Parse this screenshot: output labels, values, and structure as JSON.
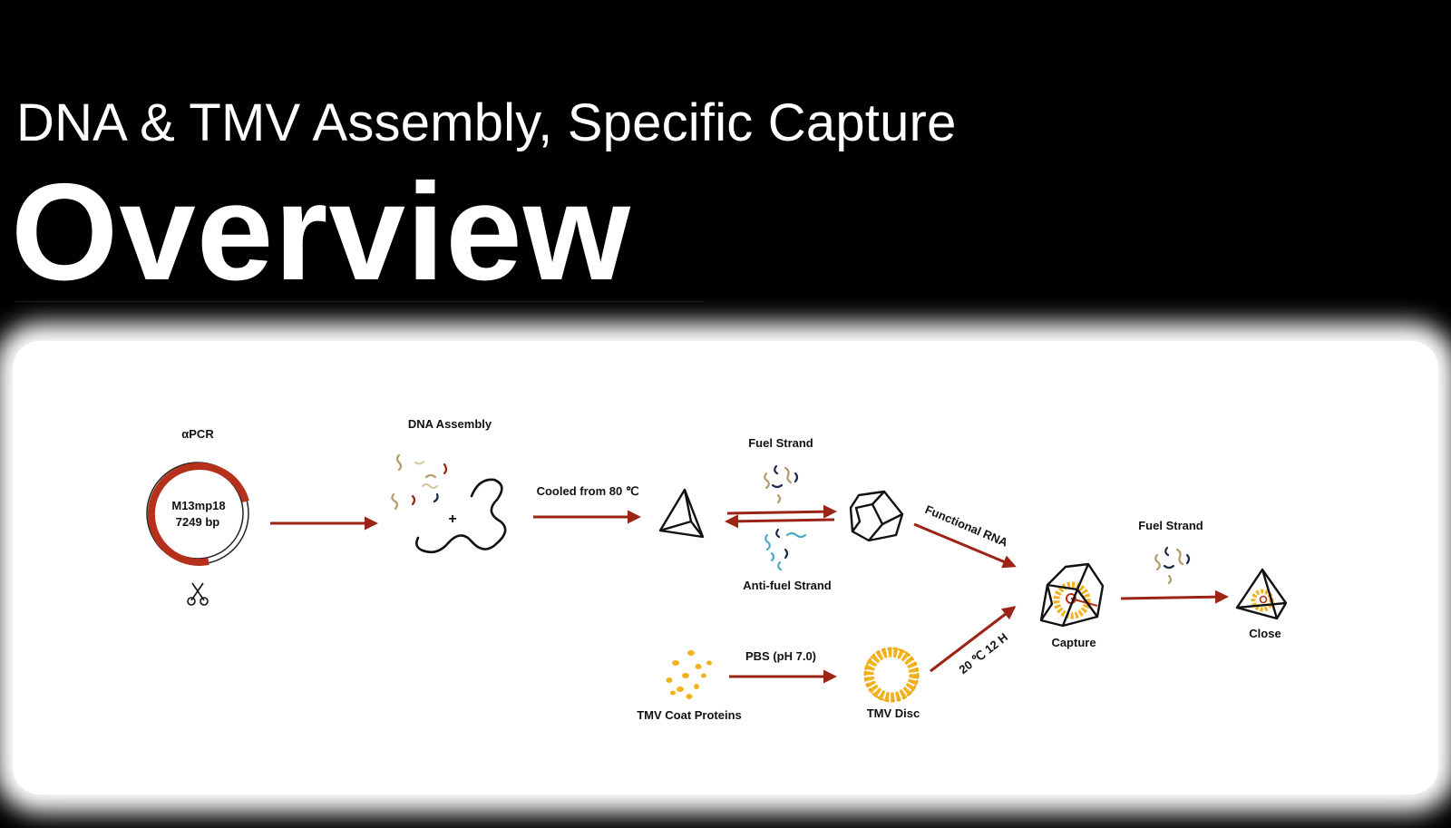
{
  "header": {
    "subtitle": "DNA & TMV Assembly, Specific Capture",
    "title": "Overview"
  },
  "diagram": {
    "plasmid_label": "αPCR",
    "plasmid_name": "M13mp18",
    "plasmid_size": "7249 bp",
    "assembly_label": "DNA  Assembly",
    "plus_sign": "+",
    "cooled_label": "Cooled  from 80 ℃",
    "fuel_strand_top": "Fuel  Strand",
    "anti_fuel_strand": "Anti-fuel  Strand",
    "functional_rna": "Functional  RNA",
    "temp_time": "20 ℃ 12 H",
    "pbs_label": "PBS (pH 7.0)",
    "coat_proteins": "TMV  Coat  Proteins",
    "tmv_disc": "TMV  Disc",
    "capture": "Capture",
    "fuel_strand_right": "Fuel  Strand",
    "close": "Close"
  },
  "colors": {
    "arrow": "#9b2415",
    "plasmid_ring": "#b5311c",
    "protein": "#f2b21e",
    "strand_tan": "#b59b6a",
    "strand_navy": "#1b2a4a",
    "strand_teal": "#4fa9c6"
  }
}
